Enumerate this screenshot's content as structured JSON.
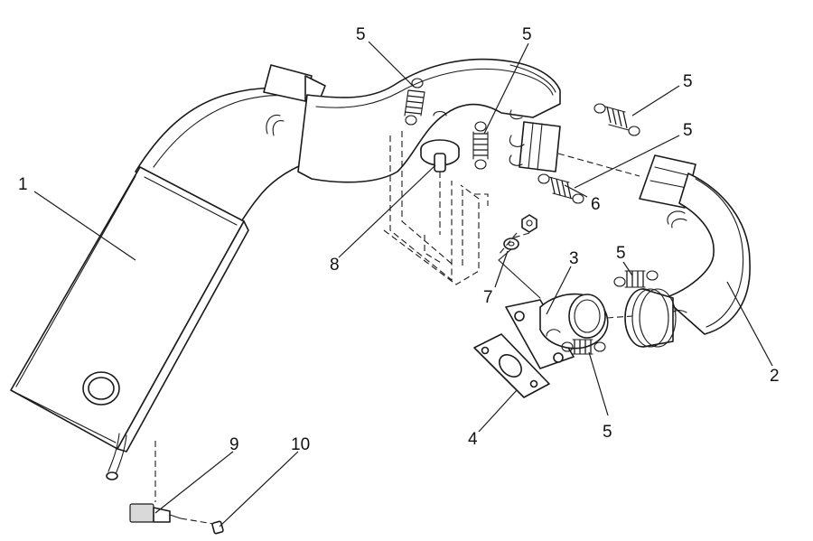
{
  "callouts": [
    {
      "id": "muffler",
      "label": "1"
    },
    {
      "id": "exhaust-pipe",
      "label": "2"
    },
    {
      "id": "exhaust-flange",
      "label": "3"
    },
    {
      "id": "gasket",
      "label": "4"
    },
    {
      "id": "spring-top-left",
      "label": "5"
    },
    {
      "id": "spring-top-center",
      "label": "5"
    },
    {
      "id": "spring-top-right",
      "label": "5"
    },
    {
      "id": "spring-right-upper",
      "label": "5"
    },
    {
      "id": "spring-right-mid",
      "label": "5"
    },
    {
      "id": "spring-bottom",
      "label": "5"
    },
    {
      "id": "nut",
      "label": "6"
    },
    {
      "id": "washer",
      "label": "7"
    },
    {
      "id": "grommet",
      "label": "8"
    },
    {
      "id": "drain-plug",
      "label": "9"
    },
    {
      "id": "drain-cap",
      "label": "10"
    }
  ]
}
